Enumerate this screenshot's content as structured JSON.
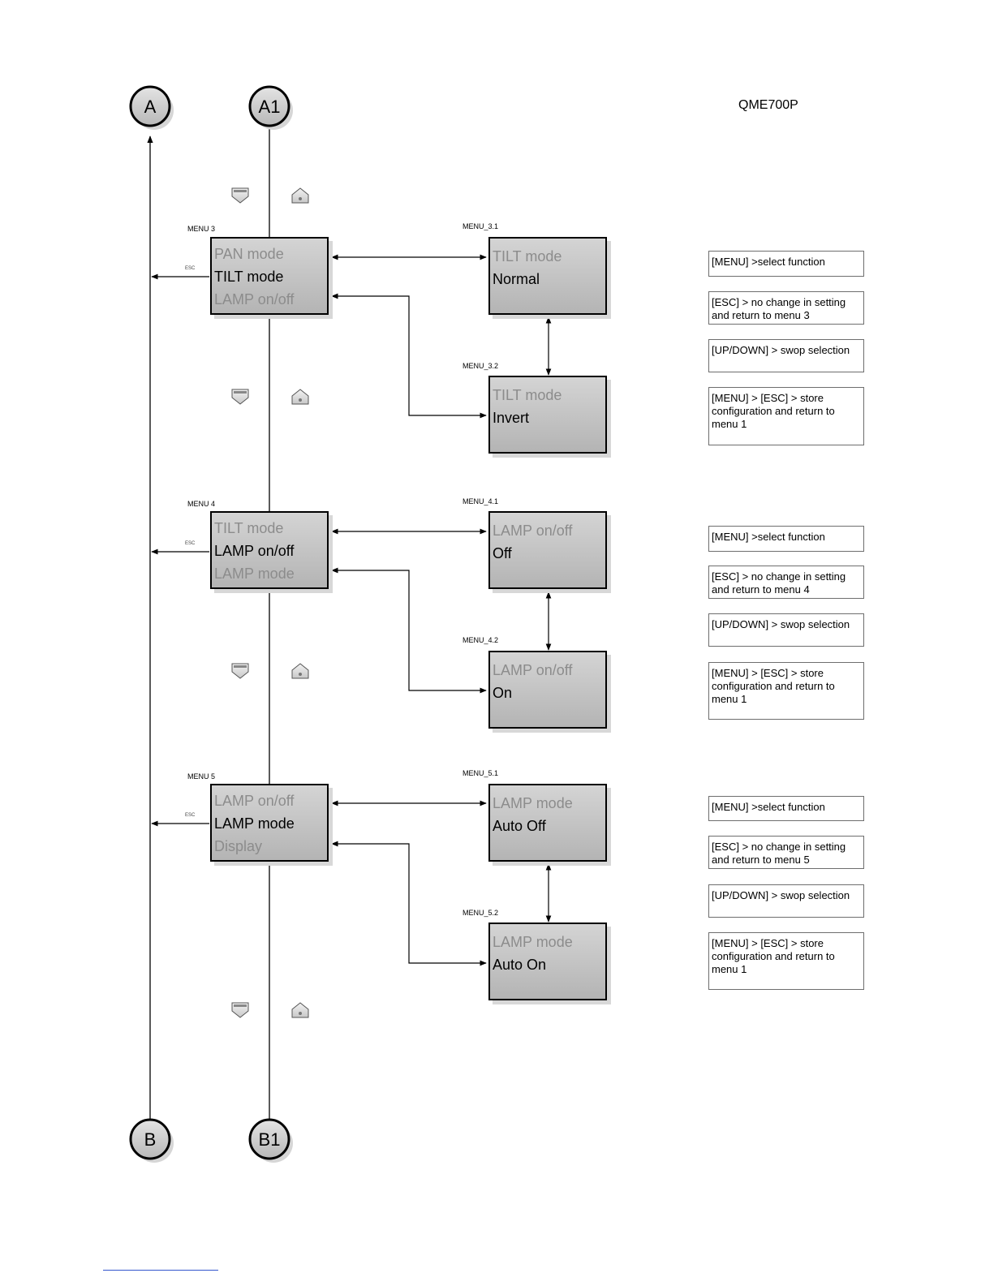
{
  "title": "QME700P",
  "connectors": {
    "a": "A",
    "a1": "A1",
    "b": "B",
    "b1": "B1"
  },
  "esc_label": "ESC",
  "groups": [
    {
      "menu_label": "MENU 3",
      "menu_lines": [
        "PAN  mode",
        "TILT  mode",
        "LAMP  on/off"
      ],
      "options": [
        {
          "label": "MENU_3.1",
          "line1": "TILT mode",
          "line2": "Normal"
        },
        {
          "label": "MENU_3.2",
          "line1": "TILT mode",
          "line2": "Invert"
        }
      ],
      "notes": [
        "[MENU] >select function",
        "[ESC] > no change in setting and return to menu 3",
        "[UP/DOWN] > swop selection",
        "[MENU] > [ESC] > store configuration and return to menu 1"
      ]
    },
    {
      "menu_label": "MENU 4",
      "menu_lines": [
        "TILT  mode",
        "LAMP  on/off",
        "LAMP mode"
      ],
      "options": [
        {
          "label": "MENU_4.1",
          "line1": "LAMP  on/off",
          "line2": "Off"
        },
        {
          "label": "MENU_4.2",
          "line1": "LAMP  on/off",
          "line2": "On"
        }
      ],
      "notes": [
        "[MENU] >select function",
        "[ESC] > no change in setting and return to menu 4",
        "[UP/DOWN] > swop selection",
        "[MENU] > [ESC] > store configuration and return to menu 1"
      ]
    },
    {
      "menu_label": "MENU 5",
      "menu_lines": [
        "LAMP  on/off",
        "LAMP  mode",
        "Display"
      ],
      "options": [
        {
          "label": "MENU_5.1",
          "line1": "LAMP  mode",
          "line2": "Auto Off"
        },
        {
          "label": "MENU_5.2",
          "line1": "LAMP  mode",
          "line2": "Auto On"
        }
      ],
      "notes": [
        "[MENU] >select function",
        "[ESC] > no change in setting and return to menu 5",
        "[UP/DOWN] > swop selection",
        "[MENU] > [ESC] > store configuration and return to menu 1"
      ]
    }
  ]
}
